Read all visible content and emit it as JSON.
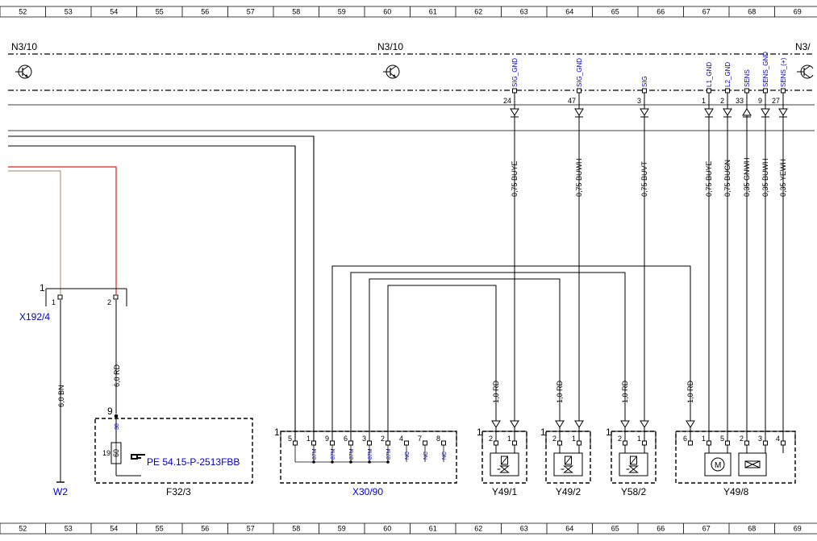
{
  "ruler": {
    "labels": [
      "52",
      "53",
      "54",
      "55",
      "56",
      "57",
      "58",
      "59",
      "60",
      "61",
      "62",
      "63",
      "64",
      "65",
      "66",
      "67",
      "68",
      "69"
    ]
  },
  "ecu": {
    "labels": [
      "N3/10",
      "N3/10",
      "N3/"
    ]
  },
  "signals": [
    {
      "label": "SIG_GND",
      "pin": "24",
      "wire": "0,75 BUYE"
    },
    {
      "label": "SIG_GND",
      "pin": "47",
      "wire": "0,75 BUWH"
    },
    {
      "label": "SIG",
      "pin": "3",
      "wire": "0,75 BUVT"
    },
    {
      "label": "L1_GND",
      "pin": "1",
      "wire": "0,75 BUYE"
    },
    {
      "label": "L2_GND",
      "pin": "2",
      "wire": "0,75 BUGN"
    },
    {
      "label": "SENS",
      "pin": "33",
      "wire": "0,35 GNWH"
    },
    {
      "label": "SENS_GND",
      "pin": "9",
      "wire": "0,35 BUWH"
    },
    {
      "label": "SENS_(+)",
      "pin": "27",
      "wire": "0,35 YEWH"
    }
  ],
  "x192": {
    "name": "X192/4",
    "connector_pin": "1",
    "pins": [
      "1",
      "2"
    ]
  },
  "w2": {
    "name": "W2",
    "wire": "6,0 BN"
  },
  "f32": {
    "name": "F32/3",
    "pin": "9",
    "wire": "6,0 RD",
    "terminal": "30",
    "fuse_number": "19",
    "fuse_value": "60",
    "reference": "PE 54.15-P-2513FBB"
  },
  "x30": {
    "name": "X30/90",
    "connector_pin": "1",
    "pins": [
      "5",
      "1",
      "9",
      "6",
      "3",
      "2",
      "4",
      "7",
      "8"
    ],
    "labels": [
      "87M",
      "87M",
      "87M",
      "87M",
      "87M",
      "NC",
      "NC",
      "NC"
    ]
  },
  "red_wire": "1,0 RD",
  "valves": [
    {
      "name": "Y49/1",
      "connector_pin": "1",
      "pins": [
        "2",
        "1"
      ]
    },
    {
      "name": "Y49/2",
      "connector_pin": "1",
      "pins": [
        "2",
        "1"
      ]
    },
    {
      "name": "Y58/2",
      "connector_pin": "1",
      "pins": [
        "2",
        "1"
      ]
    }
  ],
  "y49_8": {
    "name": "Y49/8",
    "pins": [
      "6",
      "1",
      "5",
      "2",
      "3",
      "4"
    ]
  }
}
